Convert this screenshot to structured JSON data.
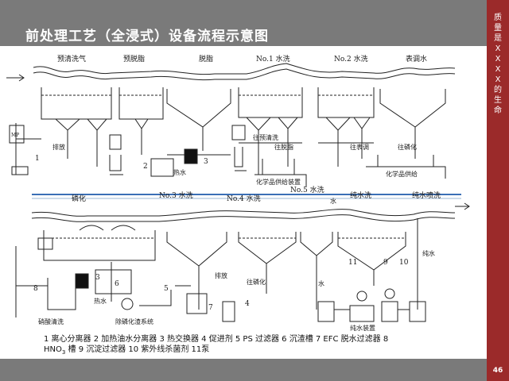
{
  "title": "前处理工艺（全浸式）设备流程示意图",
  "slogan": [
    "质",
    "量",
    "是",
    "X",
    "X",
    "X",
    "X",
    "的",
    "生",
    "命"
  ],
  "page_number": "46",
  "colors": {
    "header_bar": "#7a7a7a",
    "sidebar": "#9b2a2a",
    "accent_line": "#3b6fb6"
  },
  "stages_top": [
    "预清洗气",
    "预脱脂",
    "脱脂",
    "No.1 水洗",
    "No.2 水洗",
    "表调水"
  ],
  "stages_bottom": [
    "磷化",
    "No.3 水洗",
    "No.4 水洗",
    "No.5 水洗",
    "纯水洗",
    "纯水喷洗"
  ],
  "labels_top": {
    "discharge": "排放",
    "heat_water": "热水",
    "to_prewash": "往预清洗",
    "to_degrease": "往脱脂",
    "to_surface": "往表调",
    "to_phosphate": "往磷化",
    "chem_supply": "化学品供给装置",
    "chem_supply2": "化学品供给",
    "mp": "MP"
  },
  "labels_bottom": {
    "water_top": "水",
    "heat_water": "热水",
    "discharge": "排放",
    "to_phosphate": "往磷化",
    "water": "水",
    "pure_water": "纯水",
    "pure_water_device": "纯水装置",
    "nitric_wash": "硝酸清洗",
    "phosphate_sludge": "除磷化渣系统"
  },
  "numbers_top": [
    "1",
    "2",
    "3"
  ],
  "numbers_bottom": [
    "8",
    "3",
    "6",
    "5",
    "7",
    "4",
    "11",
    "9",
    "10"
  ],
  "legend_line1": "1 离心分离器 2 加热油水分离器 3 热交换器 4 促进剂 5 PS 过滤器 6 沉渣槽 7 EFC 脱水过滤器 8",
  "legend_line2_a": "HNO",
  "legend_line2_sub": "3",
  "legend_line2_b": " 槽 9 沉淀过滤器 10 紫外线杀菌剂 11泵"
}
